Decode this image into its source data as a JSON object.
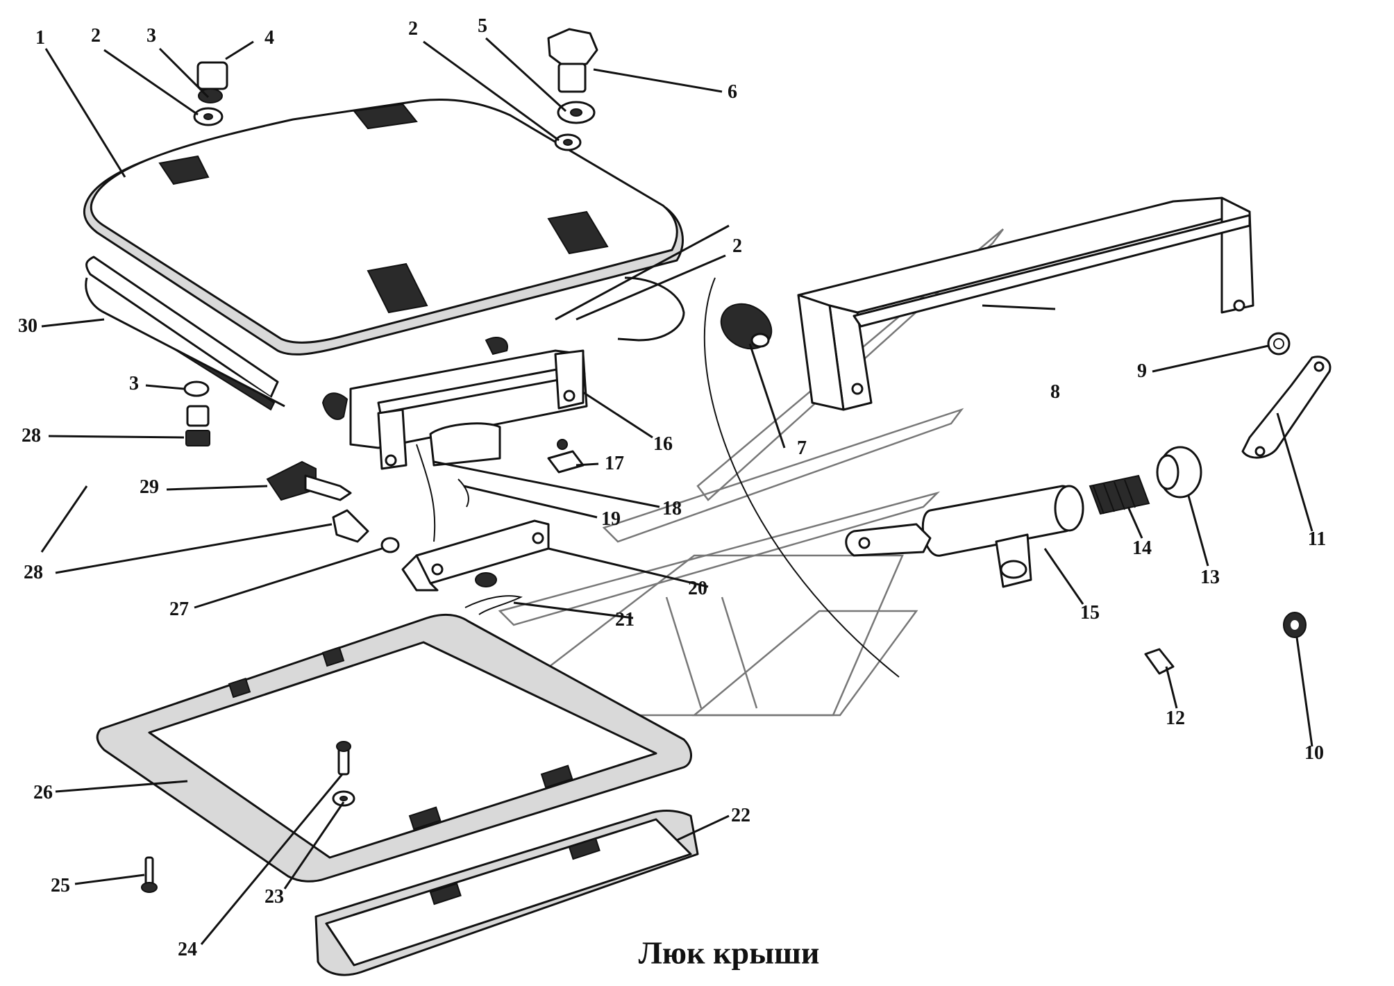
{
  "title": "Люк крыши",
  "callouts": {
    "n1": "1",
    "n2a": "2",
    "n2b": "2",
    "n2c": "2",
    "n3a": "3",
    "n3b": "3",
    "n4": "4",
    "n5": "5",
    "n6": "6",
    "n7": "7",
    "n8": "8",
    "n9": "9",
    "n10": "10",
    "n11": "11",
    "n12": "12",
    "n13": "13",
    "n14": "14",
    "n15": "15",
    "n16": "16",
    "n17": "17",
    "n18": "18",
    "n19": "19",
    "n20": "20",
    "n21": "21",
    "n22": "22",
    "n23": "23",
    "n24": "24",
    "n25": "25",
    "n26": "26",
    "n27": "27",
    "n28a": "28",
    "n28b": "28",
    "n29": "29",
    "n30": "30"
  }
}
